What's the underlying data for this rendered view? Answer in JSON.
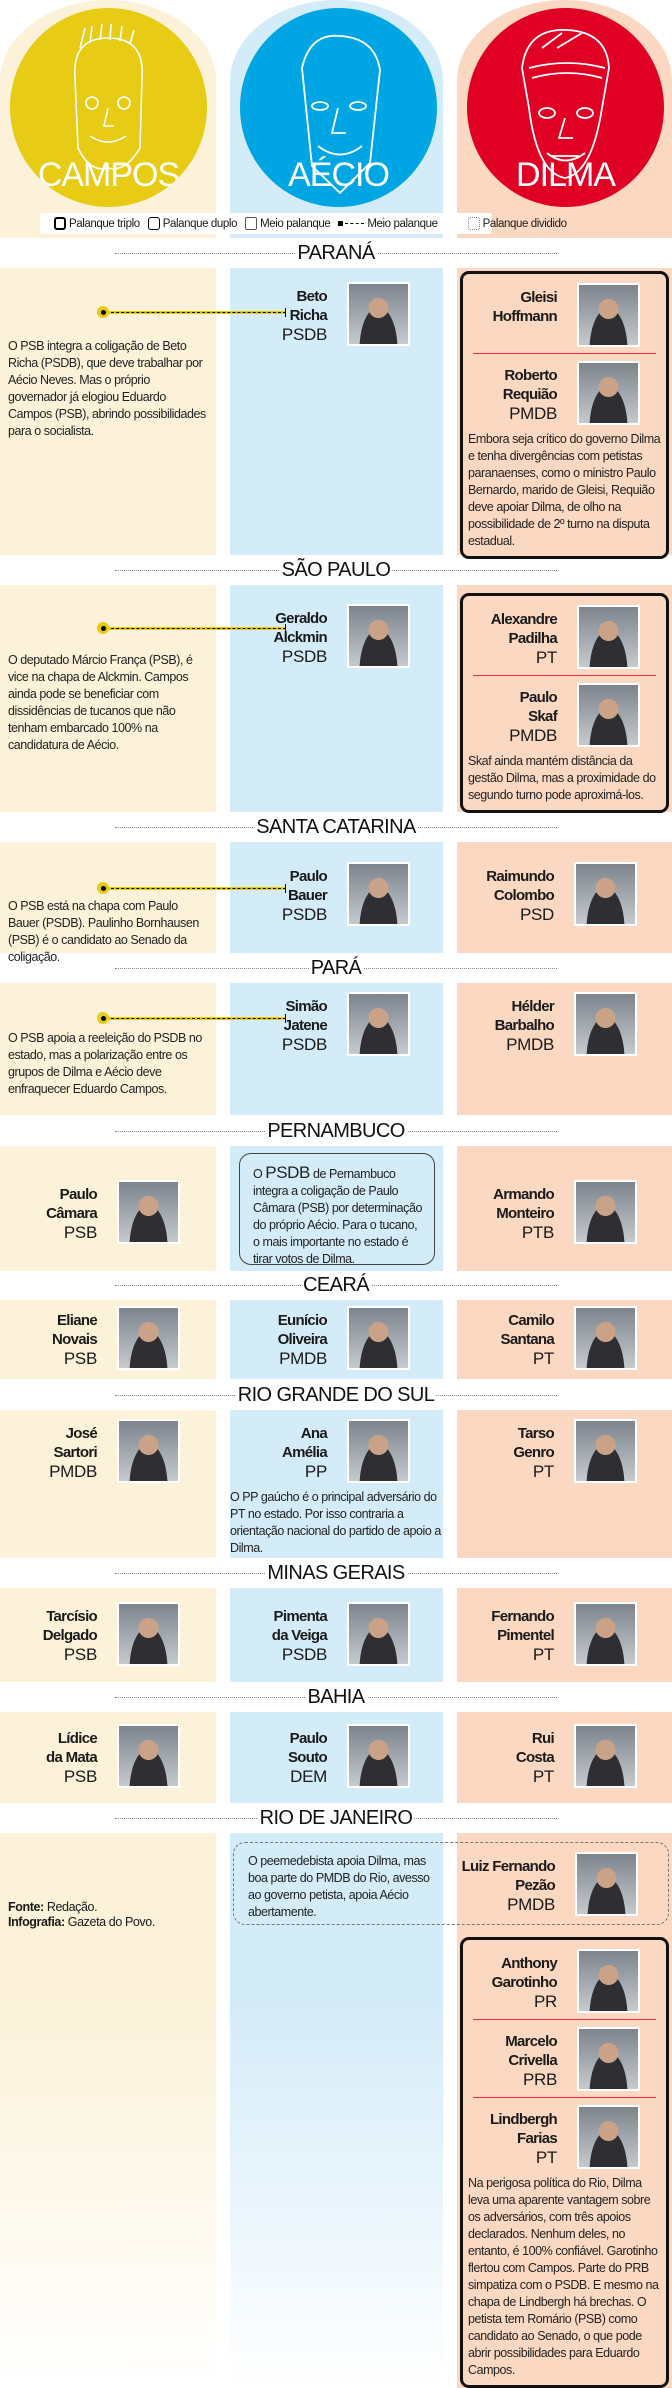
{
  "header": {
    "candidates": [
      {
        "name": "CAMPOS",
        "color": "#e8cb14"
      },
      {
        "name": "AÉCIO",
        "color": "#00a6e4"
      },
      {
        "name": "DILMA",
        "color": "#df0024"
      }
    ]
  },
  "legend": [
    {
      "label": "Palanque triplo",
      "icon": "triplo"
    },
    {
      "label": "Palanque duplo",
      "icon": "duplo"
    },
    {
      "label": "Meio palanque",
      "icon": "meio"
    },
    {
      "label": "Meio palanque",
      "icon": "link"
    },
    {
      "label": "Palanque dividido",
      "icon": "dividido"
    }
  ],
  "states": [
    {
      "name": "PARANÁ",
      "campos": {
        "link": true,
        "note": "O PSB integra a coligação de Beto Richa (PSDB), que deve trabalhar por Aécio Neves. Mas o próprio governador já elogiou Eduardo Campos (PSB), abrindo possibilidades para o socialista."
      },
      "aecio": {
        "candidates": [
          {
            "name": [
              "Beto",
              "Richa"
            ],
            "party": "PSDB"
          }
        ]
      },
      "dilma": {
        "box": "triplo",
        "candidates": [
          {
            "name": [
              "Gleisi",
              "Hoffmann"
            ]
          },
          {
            "name": [
              "Roberto",
              "Requião"
            ],
            "party": "PMDB"
          }
        ],
        "note": "Embora seja crítico do governo Dilma e tenha divergências com petistas paranaenses, como o ministro Paulo Bernardo, marido de Gleisi, Requião deve apoiar Dilma, de olho na possibilidade de 2º turno na disputa estadual."
      }
    },
    {
      "name": "SÃO PAULO",
      "campos": {
        "link": true,
        "note": "O deputado Márcio França (PSB), é vice na chapa de Alckmin.  Campos ainda pode se beneficiar com dissidências de tucanos que não tenham embarcado 100% na candidatura de Aécio."
      },
      "aecio": {
        "candidates": [
          {
            "name": [
              "Geraldo",
              "Alckmin"
            ],
            "party": "PSDB"
          }
        ]
      },
      "dilma": {
        "box": "triplo",
        "candidates": [
          {
            "name": [
              "Alexandre",
              "Padilha"
            ],
            "party": "PT"
          },
          {
            "name": [
              "Paulo",
              "Skaf"
            ],
            "party": "PMDB"
          }
        ],
        "note": "Skaf ainda mantém distância da gestão Dilma, mas a proximidade do segundo turno pode aproximá-los."
      }
    },
    {
      "name": "SANTA CATARINA",
      "campos": {
        "link": true,
        "note": "O PSB está na chapa com Paulo Bauer (PSDB). Paulinho Bornhausen (PSB) é o candidato ao Senado da coligação."
      },
      "aecio": {
        "candidates": [
          {
            "name": [
              "Paulo",
              "Bauer"
            ],
            "party": "PSDB"
          }
        ]
      },
      "dilma": {
        "candidates": [
          {
            "name": [
              "Raimundo",
              "Colombo"
            ],
            "party": "PSD"
          }
        ]
      }
    },
    {
      "name": "PARÁ",
      "campos": {
        "link": true,
        "note": "O PSB apoia a reeleição do PSDB no estado, mas a polarização entre os grupos de Dilma e Aécio deve enfraquecer Eduardo Campos."
      },
      "aecio": {
        "candidates": [
          {
            "name": [
              "Simão",
              "Jatene"
            ],
            "party": "PSDB"
          }
        ]
      },
      "dilma": {
        "candidates": [
          {
            "name": [
              "Hélder",
              "Barbalho"
            ],
            "party": "PMDB"
          }
        ]
      }
    },
    {
      "name": "PERNAMBUCO",
      "campos": {
        "candidates": [
          {
            "name": [
              "Paulo",
              "Câmara"
            ],
            "party": "PSB"
          }
        ]
      },
      "aecio": {
        "box": "duplo",
        "note_parts": [
          "O ",
          "PSDB",
          " de Pernambuco integra a coligação de Paulo Câmara (PSB) por determinação do próprio Aécio. Para o tucano, o mais importante no estado  é tirar votos de Dilma."
        ]
      },
      "dilma": {
        "candidates": [
          {
            "name": [
              "Armando",
              "Monteiro"
            ],
            "party": "PTB"
          }
        ]
      }
    },
    {
      "name": "CEARÁ",
      "campos": {
        "candidates": [
          {
            "name": [
              "Eliane",
              "Novais"
            ],
            "party": "PSB"
          }
        ]
      },
      "aecio": {
        "candidates": [
          {
            "name": [
              "Eunício",
              "Oliveira"
            ],
            "party": "PMDB"
          }
        ]
      },
      "dilma": {
        "candidates": [
          {
            "name": [
              "Camilo",
              "Santana"
            ],
            "party": "PT"
          }
        ]
      }
    },
    {
      "name": "RIO GRANDE DO SUL",
      "campos": {
        "candidates": [
          {
            "name": [
              "José",
              "Sartori"
            ],
            "party": "PMDB"
          }
        ]
      },
      "aecio": {
        "candidates": [
          {
            "name": [
              "Ana",
              "Amélia"
            ],
            "party": "PP"
          }
        ],
        "note": "O PP gaúcho é o principal adversário do PT no estado. Por isso contraria a orientação nacional do partido de apoio a Dilma."
      },
      "dilma": {
        "candidates": [
          {
            "name": [
              "Tarso",
              "Genro"
            ],
            "party": "PT"
          }
        ]
      }
    },
    {
      "name": "MINAS GERAIS",
      "campos": {
        "candidates": [
          {
            "name": [
              "Tarcísio",
              "Delgado"
            ],
            "party": "PSB"
          }
        ]
      },
      "aecio": {
        "candidates": [
          {
            "name": [
              "Pimenta",
              "da Veiga"
            ],
            "party": "PSDB"
          }
        ]
      },
      "dilma": {
        "candidates": [
          {
            "name": [
              "Fernando",
              "Pimentel"
            ],
            "party": "PT"
          }
        ]
      }
    },
    {
      "name": "BAHIA",
      "campos": {
        "candidates": [
          {
            "name": [
              "Lídice",
              "da Mata"
            ],
            "party": "PSB"
          }
        ]
      },
      "aecio": {
        "candidates": [
          {
            "name": [
              "Paulo",
              "Souto"
            ],
            "party": "DEM"
          }
        ]
      },
      "dilma": {
        "candidates": [
          {
            "name": [
              "Rui",
              "Costa"
            ],
            "party": "PT"
          }
        ]
      }
    },
    {
      "name": "RIO DE JANEIRO",
      "campos": {},
      "aecio": {},
      "split": {
        "box": "dividido",
        "note": "O peemedebista apoia Dilma, mas boa parte do PMDB do Rio, avesso ao governo petista, apoia Aécio abertamente.",
        "candidates": [
          {
            "name": [
              "Luiz Fernando",
              "Pezão"
            ],
            "party": "PMDB"
          }
        ]
      },
      "dilma": {
        "box": "triplo",
        "candidates": [
          {
            "name": [
              "Anthony",
              "Garotinho"
            ],
            "party": "PR"
          },
          {
            "name": [
              "Marcelo",
              "Crivella"
            ],
            "party": "PRB"
          },
          {
            "name": [
              "Lindbergh",
              "Farias"
            ],
            "party": "PT"
          }
        ],
        "note": "Na perigosa política do Rio, Dilma leva uma aparente vantagem sobre os adversários, com três apoios declarados. Nenhum deles, no entanto, é 100% confiável. Garotinho flertou com Campos. Parte do PRB simpatiza com o PSDB. E mesmo na chapa de Lindbergh há brechas. O petista tem Romário (PSB) como candidato ao Senado, o que pode abrir possibilidades para Eduardo Campos."
      }
    }
  ],
  "credits": {
    "source_label": "Fonte:",
    "source": " Redação.",
    "graphics_label": "Infografia:",
    "graphics": " Gazeta do Povo."
  }
}
